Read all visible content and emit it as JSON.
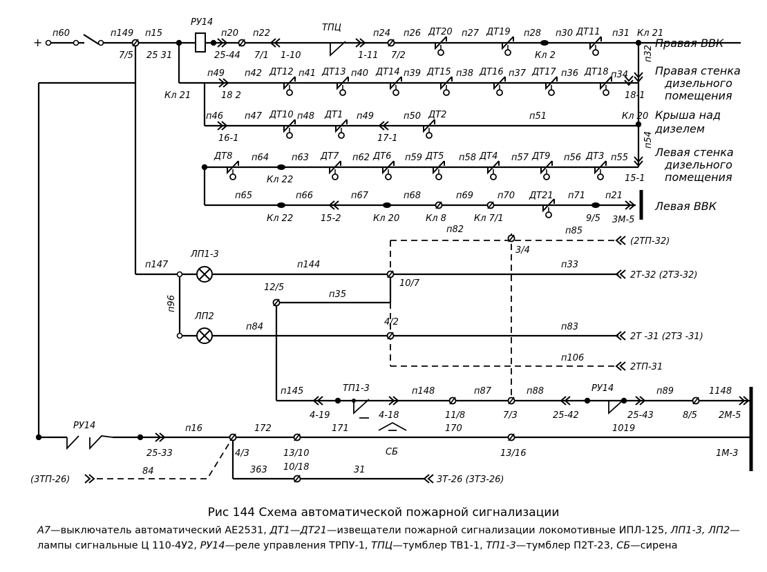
{
  "supply": {
    "plus": "+"
  },
  "wires": {
    "p60": "п60",
    "p149": "п149",
    "p15": "п15",
    "p20": "п20",
    "p22": "п22",
    "p24": "п24",
    "p26": "п26",
    "p27": "п27",
    "p28": "п28",
    "p30": "п30",
    "p31": "п31",
    "p32": "п32",
    "p34": "п34",
    "p49a": "п49",
    "p42": "п42",
    "p41": "п41",
    "p40": "п40",
    "p39": "п39",
    "p38": "п38",
    "p37": "п37",
    "p36": "п36",
    "p46": "п46",
    "p47": "п47",
    "p48": "п48",
    "p49b": "п49",
    "p50": "п50",
    "p51": "п51",
    "p54": "п54",
    "p55": "п55",
    "p64": "п64",
    "p63": "п63",
    "p62": "п62",
    "p59": "п59",
    "p58": "п58",
    "p57": "п57",
    "p56": "п56",
    "p65": "п65",
    "p66": "п66",
    "p67": "п67",
    "p68": "п68",
    "p69": "п69",
    "p70": "п70",
    "p71": "п71",
    "p21": "п21",
    "p82": "п82",
    "p85": "п85",
    "p147": "п147",
    "p144": "п144",
    "p33": "п33",
    "p96": "п96",
    "p35": "п35",
    "p84": "п84",
    "p83": "п83",
    "p106": "п106",
    "p145": "п145",
    "p148": "п148",
    "p87": "п87",
    "p88": "п88",
    "p89": "п89",
    "w1148": "1148",
    "p16": "п16",
    "w172": "172",
    "w171": "171",
    "w170": "170",
    "w1019": "1019",
    "w84": "84",
    "w363": "363",
    "w31": "31"
  },
  "components": {
    "ru14a": "РУ14",
    "tpc": "ТПЦ",
    "dt1": "ДТ1",
    "dt2": "ДТ2",
    "dt3": "ДТ3",
    "dt4": "ДТ4",
    "dt5": "ДТ5",
    "dt6": "ДТ6",
    "dt7": "ДТ7",
    "dt8": "ДТ8",
    "dt9": "ДТ9",
    "dt10": "ДТ10",
    "dt11": "ДТ11",
    "dt12": "ДТ12",
    "dt13": "ДТ13",
    "dt14": "ДТ14",
    "dt15": "ДТ15",
    "dt16": "ДТ16",
    "dt17": "ДТ17",
    "dt18": "ДТ18",
    "dt19": "ДТ19",
    "dt20": "ДТ20",
    "dt21": "ДТ21",
    "lp13": "ЛП1-3",
    "lp2": "ЛП2",
    "tp13": "ТП1-3",
    "ru14b": "РУ14",
    "ru14c": "РУ14",
    "sb": "СБ"
  },
  "terminals": {
    "t75": "7/5",
    "t2531": "25  31",
    "t2544": "25-44",
    "t71": "7/1",
    "t110": "1-10",
    "t111": "1-11",
    "t72": "7/2",
    "kl2": "Кл 2",
    "kl21a": "Кл 21",
    "kl21b": "Кл 21",
    "t182": "18  2",
    "t181": "18-1",
    "t161": "16-1",
    "t171": "17-1",
    "kl20a": "Кл 20",
    "t151": "15-1",
    "kl22a": "Кл 22",
    "kl22b": "Кл 22",
    "t152": "15-2",
    "kl20b": "Кл 20",
    "kl8": "Кл 8",
    "kl71": "Кл 7/1",
    "t95": "9/5",
    "zm5": "3М-5",
    "t34": "3/4",
    "t107": "10/7",
    "t125": "12/5",
    "t42": "4/2",
    "t419": "4-19",
    "t418": "4-18",
    "t118": "11/8",
    "t73": "7/3",
    "t2542": "25-42",
    "t2543": "25-43",
    "t85": "8/5",
    "m25": "2М-5",
    "t2533": "25-33",
    "t43": "4/3",
    "t1310": "13/10",
    "t1018": "10/18",
    "t1316": "13/16",
    "m13": "1М-3"
  },
  "zones": {
    "right_bvk": "Правая ВВК",
    "right_wall_1": "Правая стенка",
    "right_wall_2": "дизельного",
    "right_wall_3": "помещения",
    "roof_1": "Крыша над",
    "roof_2": "дизелем",
    "left_wall_1": "Левая стенка",
    "left_wall_2": "дизельного",
    "left_wall_3": "помещения",
    "left_bvk": "Левая ВВК"
  },
  "connectors": {
    "c2tp32": "(2ТП-32)",
    "c2t32": "2Т-32 (2ТЗ-32)",
    "c2t31": "2Т -31 (2ТЗ -31)",
    "c2tp31": "2ТП-31",
    "c3tp26": "(3ТП-26)",
    "c3t26": "3Т-26 (3ТЗ-26)"
  },
  "caption": {
    "title": "Рис 144  Схема автоматической пожарной сигнализации"
  },
  "legend": {
    "a7": "А7",
    "a7_desc": "—выключатель автоматический АЕ2531, ",
    "dt": "ДТ1—ДТ21",
    "dt_desc": "—извещатели пожарной сигнализации локомотивные ИПЛ-125, ",
    "lp": "ЛП1-3, ЛП2",
    "lp_desc": "—лампы сигнальные Ц 110-4У2, ",
    "ru": "РУ14",
    "ru_desc": "—реле управления ТРПУ-1, ",
    "tpc": "ТПЦ",
    "tpc_desc": "—тумблер ТВ1-1, ",
    "tp": "ТП1-3",
    "tp_desc": "—тумблер П2Т-23, ",
    "sb": "СБ",
    "sb_desc": "—сирена"
  }
}
